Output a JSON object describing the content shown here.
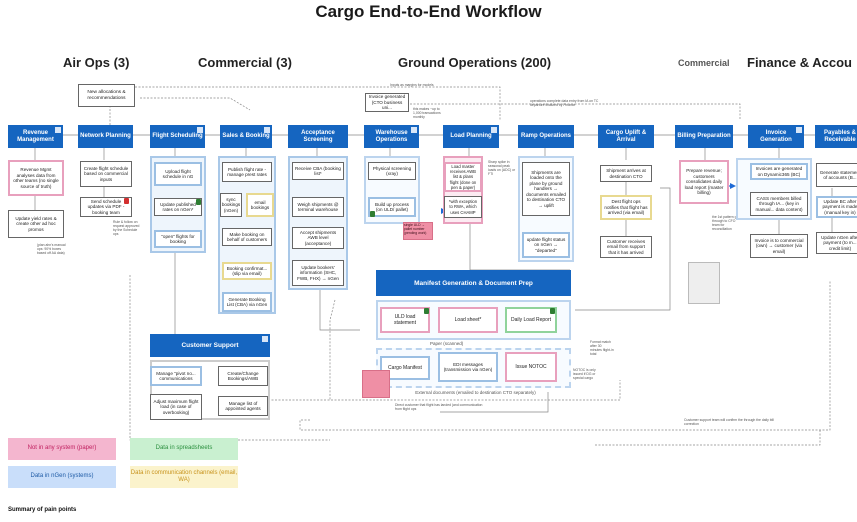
{
  "title": "Cargo End-to-End Workflow",
  "sections": {
    "air_ops": "Air Ops (3)",
    "commercial": "Commercial (3)",
    "ground_ops": "Ground Operations (200)",
    "commercial_small": "Commercial",
    "finance": "Finance & Accou"
  },
  "headers": {
    "revenue_mgmt": "Revenue Management",
    "network_planning": "Network Planning",
    "flight_scheduling": "Flight Scheduling",
    "sales_booking": "Sales & Booking",
    "acceptance_screening": "Acceptance Screening",
    "warehouse_ops": "Warehouse Operations",
    "load_planning": "Load Planning",
    "ramp_ops": "Ramp Operations",
    "cargo_uplift": "Cargo Uplift & Arrival",
    "billing_prep": "Billing Preparation",
    "invoice_gen": "Invoice Generation",
    "payables": "Payables & Receivable"
  },
  "notes": {
    "new_allocations": "New allocations & recommendations",
    "invoice_generated": "Invoice generated (CTO business uni...",
    "this_makes": "this makes ~up to 1,000 transactions monthly",
    "inputs_margin": "Inputs as margins for models",
    "ops_complete": "operations complete data entry from IA on TC departure finalized by Finance",
    "rev_1": "Revenue Mgmt analyses data from other teams (no single source of truth)",
    "rev_2": "Update yield rates & create other ad hoc promos",
    "rev_note": "(plan ahn's manual ops: 90% boxes based off AA data)",
    "net_1": "Create flight schedule based on commercial inputs",
    "net_2": "Send schedule updates via PDF - booking team",
    "net_note": "Rule & follow on request approved by the Schedule ops",
    "fs_1": "Upload flight schedule in nG",
    "fs_2": "Update published rates on nGen*",
    "fs_3": "\"open\" flights for booking",
    "sb_1": "Publish flight rate - manage prest rates",
    "sb_2": "sync bookings (nGen)",
    "sb_3": "email bookings",
    "sb_4": "Make booking on behalf of customers",
    "sb_5": "Booking confirmat... (slip via email)",
    "sb_6": "Generate Booking List (CBA) via nGen",
    "ac_1": "Receive CBA (booking list*",
    "ac_2": "Weigh shipments @ terminal warehouse",
    "ac_3": "Accept shipments AWB level (acceptance)",
    "ac_4": "Update bookers' information (SHC, FWB, FHX) → nGen",
    "wh_1": "Physical screening (xray)",
    "wh_2": "Build up process (on ULD/ pallet)",
    "wh_note": "single ULD → pallet number (pending work)",
    "lp_1": "Load master receives AWB list & plans flight (done on pen & paper)",
    "lp_2": "*with exception to RWA, which uses CHAMP",
    "lp_note": "Sharp spike in seasonal peak loads on (ADC) or FTI",
    "ro_1": "Shipments are loaded onto the plane by ground handlers → documents emailed to destination CTO → uplift",
    "ro_2": "update flight status on nGen → \"departed\"",
    "cu_1": "Shipment arrives at destination CTO",
    "cu_2": "Dest flight ops notifies that flight has arrived (via email)",
    "cu_3": "Customer receives email from support that it has arrived",
    "bp_1": "Prepare revenue; customers consolidates daily load report (master billing)",
    "bp_note": "the 1st pattern goes through to CFO team for reconciliation",
    "ig_1": "Invoices are generated on Dynamic365 (BC)",
    "ig_2": "CASS members billed through IA... (key in manual... data content)",
    "ig_3": "Invoice is to commercial (own) → customer (via email)",
    "pr_1": "Generate statement of accounts (B...",
    "pr_2": "Update BC after payment is made (manual key in)",
    "pr_3": "Update nGen after payment (to m... credit limit)",
    "manifest_title": "Manifest Generation & Document Prep",
    "mg_1": "ULD load statement",
    "mg_2": "Load sheet*",
    "mg_3": "Daily Load Report",
    "mg_paper": "Paper (scanned)",
    "mg_4": "Cargo Manifest",
    "mg_5": "EDI messages (transmission via nGen)",
    "mg_6": "Issue NOTOC",
    "mg_ext": "External documents (emailed to destination CTO separately)",
    "mg_notoc": "NOTOC is only issued if DG or special cargo",
    "mg_side": "Format match after 30 minutes flight-in total",
    "cs_title": "Customer Support",
    "cs_1": "Manage \"pivot no... communications",
    "cs_2": "Create/Change Bookings/AWB",
    "cs_3": "Adjust maximum flight load (in case of overbooking)",
    "cs_4": "Manage list of appointed agents",
    "direct_cust": "Direct customer that flight has landed (and communication from flight ops",
    "cust_support": "Customer support team will confirm the through the daily bill correction",
    "pain_title": "Summary of pain points"
  },
  "legend": {
    "paper": "Not in any system (paper)",
    "spreadsheets": "Data in spreadsheets",
    "ngen": "Data in nGen (systems)",
    "comms": "Data in communication channels (email, WA)"
  },
  "colors": {
    "header_blue": "#1565c0",
    "paper_pink": "#f4b6cf",
    "spreadsheet_green": "#c9f0d0",
    "system_blue": "#c9defa",
    "comms_yellow": "#fbf3cc"
  }
}
